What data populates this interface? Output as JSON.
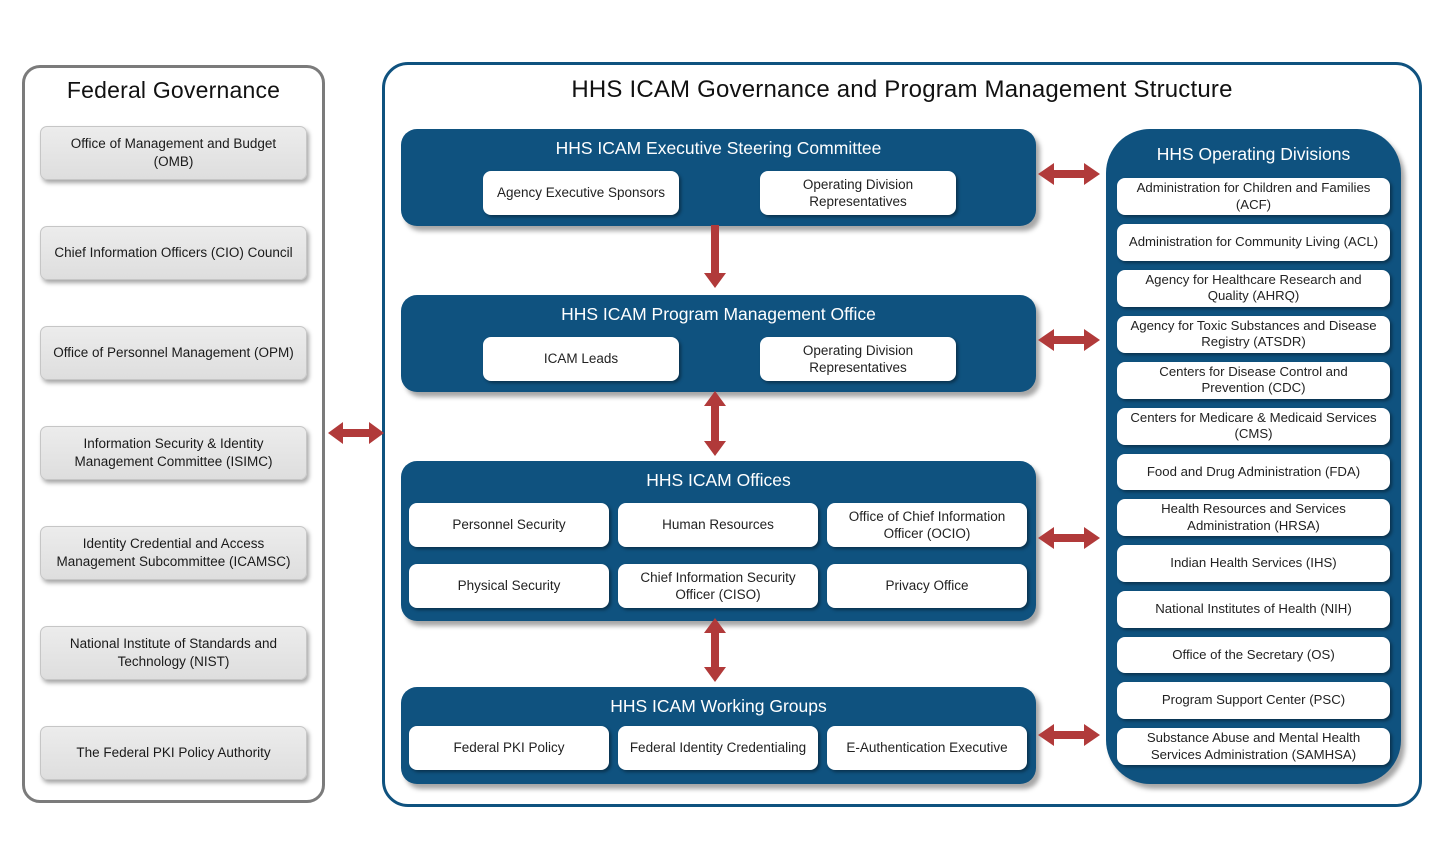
{
  "federal_governance": {
    "title": "Federal Governance",
    "items": [
      "Office of Management and Budget (OMB)",
      "Chief Information Officers (CIO) Council",
      "Office of Personnel Management (OPM)",
      "Information Security & Identity Management Committee (ISIMC)",
      "Identity Credential and Access Management Subcommittee (ICAMSC)",
      "National Institute of Standards and Technology (NIST)",
      "The Federal PKI Policy Authority"
    ]
  },
  "main": {
    "title": "HHS ICAM Governance and Program Management Structure",
    "steering": {
      "title": "HHS ICAM Executive Steering Committee",
      "items": [
        "Agency Executive Sponsors",
        "Operating Division Representatives"
      ]
    },
    "pmo": {
      "title": "HHS ICAM Program Management Office",
      "items": [
        "ICAM Leads",
        "Operating Division Representatives"
      ]
    },
    "offices": {
      "title": "HHS ICAM Offices",
      "items": [
        "Personnel Security",
        "Human Resources",
        "Office of Chief Information Officer (OCIO)",
        "Physical Security",
        "Chief Information Security Officer (CISO)",
        "Privacy Office"
      ]
    },
    "working_groups": {
      "title": "HHS ICAM Working Groups",
      "items": [
        "Federal PKI Policy",
        "Federal Identity Credentialing",
        "E-Authentication Executive"
      ]
    },
    "operating_divisions": {
      "title": "HHS Operating Divisions",
      "items": [
        "Administration for Children and Families (ACF)",
        "Administration for Community Living (ACL)",
        "Agency for Healthcare Research and Quality (AHRQ)",
        "Agency for Toxic Substances and Disease Registry (ATSDR)",
        "Centers for Disease Control and Prevention (CDC)",
        "Centers for Medicare & Medicaid Services (CMS)",
        "Food and Drug Administration (FDA)",
        "Health Resources and Services Administration (HRSA)",
        "Indian Health Services (IHS)",
        "National Institutes of Health (NIH)",
        "Office of the Secretary (OS)",
        "Program Support Center (PSC)",
        "Substance Abuse and Mental Health Services Administration (SAMHSA)"
      ]
    }
  },
  "colors": {
    "primary_blue": "#0f527f",
    "arrow_red": "#b13a3a",
    "panel_border_gray": "#7b7b7b",
    "box_gray": "#e4e4e4"
  }
}
